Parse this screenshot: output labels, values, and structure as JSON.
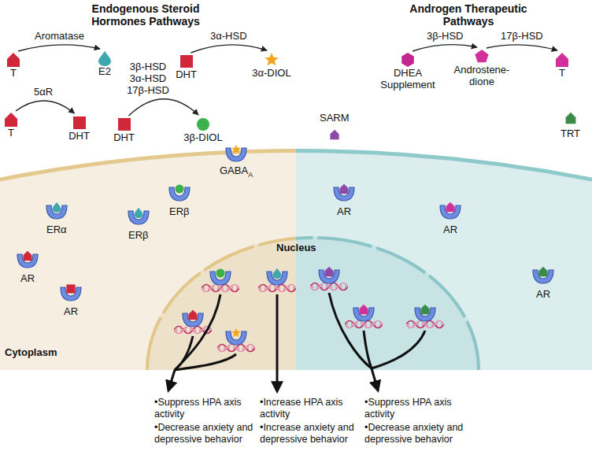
{
  "diagram": {
    "nodes": [
      {
        "text": [
          "T"
        ]
      },
      {
        "text": [
          "E2"
        ]
      },
      {
        "text": [
          "DHT"
        ]
      },
      {
        "text": [
          "3α-DIOL"
        ]
      },
      {
        "text": [
          "T"
        ]
      },
      {
        "text": [
          "DHT"
        ]
      },
      {
        "text": [
          "DHT"
        ]
      },
      {
        "text": [
          "3β-DIOL"
        ]
      },
      {
        "text": [
          "DHEA Supplement"
        ]
      },
      {
        "text": [
          "Androstene- dione"
        ]
      },
      {
        "text": [
          "T"
        ]
      },
      {
        "text": [
          "Cytoplasm"
        ]
      },
      {
        "text": [
          "Nucleus"
        ],
        "in": 11
      }
    ],
    "edges": [
      {
        "from": 0,
        "to": 1,
        "label": "Aromatase",
        "arrow": "to"
      },
      {
        "from": 2,
        "to": 3,
        "label": "3α-HSD",
        "arrow": "to"
      },
      {
        "from": 4,
        "to": 5,
        "label": "5αR",
        "arrow": "to"
      },
      {
        "from": 6,
        "to": 7,
        "label": "3β-HSD 3α-HSD 17β-HSD",
        "arrow": "to"
      },
      {
        "from": 8,
        "to": 9,
        "label": "3β-HSD",
        "arrow": "to"
      },
      {
        "from": 9,
        "to": 10,
        "label": "17β-HSD",
        "arrow": "to"
      }
    ],
    "labels": [
      "Endogenous Steroid Hormones Pathways",
      "Androgen Therapeutic Pathways",
      "GABAA",
      "SARM",
      "TRT",
      "ERβ",
      "ERα",
      "ERβ",
      "AR",
      "AR",
      "AR",
      "AR",
      "AR",
      "•Suppress HPA axis activity",
      "•Decrease anxiety and depressive behavior",
      "•Increase HPA axis activity",
      "•Increase anxiety and depressive behavior",
      "•Suppress HPA axis activity",
      "•Decrease anxiety and depressive behavior"
    ]
  }
}
